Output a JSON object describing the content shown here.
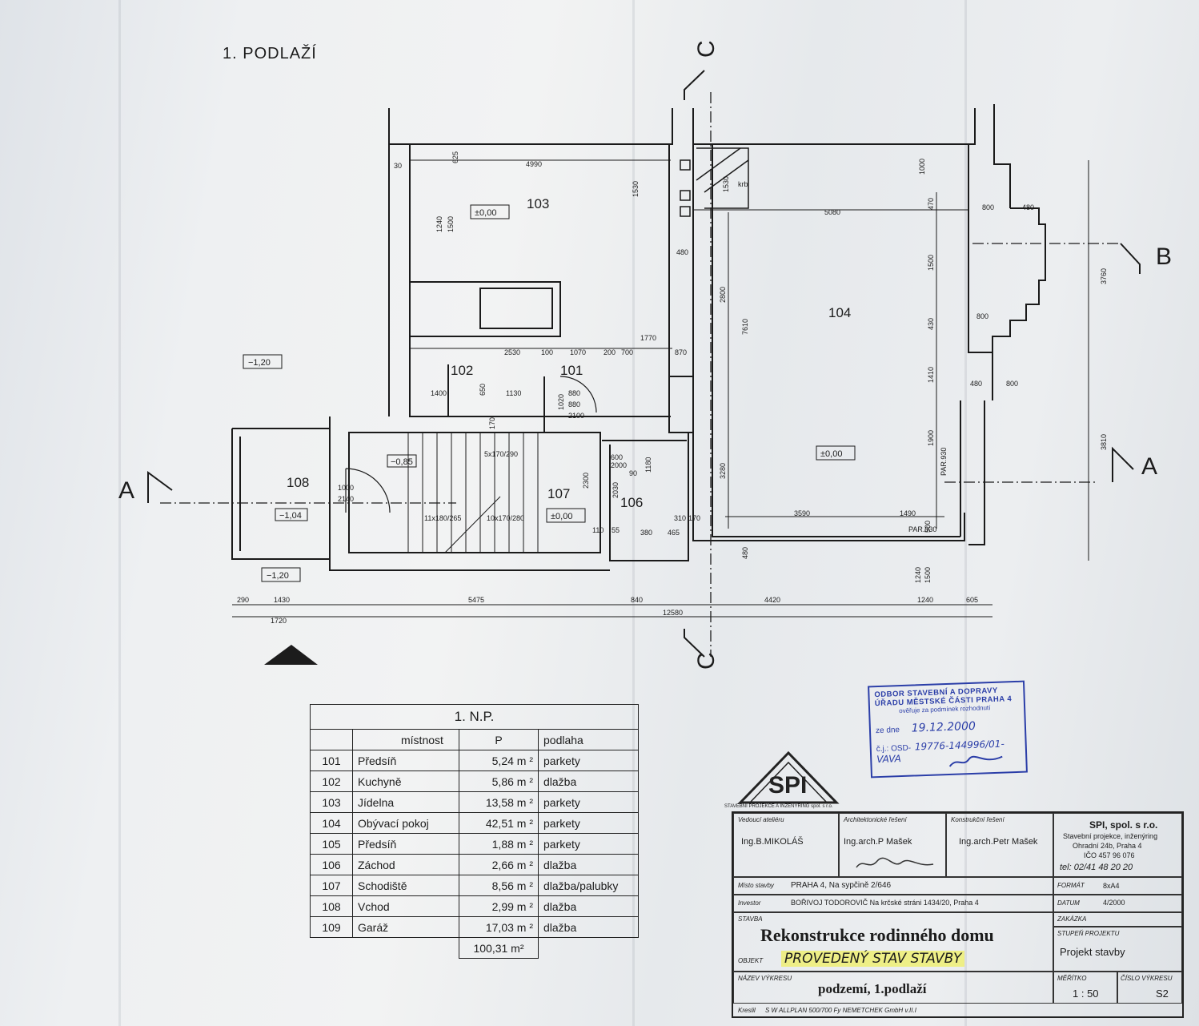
{
  "sheet": {
    "title": "1. PODLAŽÍ"
  },
  "rooms": [
    {
      "id": "101",
      "label": "101"
    },
    {
      "id": "102",
      "label": "102"
    },
    {
      "id": "103",
      "label": "103"
    },
    {
      "id": "104",
      "label": "104"
    },
    {
      "id": "106",
      "label": "106"
    },
    {
      "id": "107",
      "label": "107"
    },
    {
      "id": "108",
      "label": "108"
    }
  ],
  "levels": {
    "l103": "±0,00",
    "l104": "±0,00",
    "l107": "±0,00",
    "m120a": "−1,20",
    "m120b": "−1,20",
    "m104": "−1,04",
    "m085": "−0,85"
  },
  "notes": {
    "krb": "krb",
    "par930a": "PAR.930",
    "par930b": "PAR.930",
    "stair1": "5x170/290",
    "stair2": "11x180/265",
    "stair3": "10x170/280",
    "d1000": "1000",
    "d2140": "2140"
  },
  "dims": {
    "d4990": "4990",
    "d625": "625",
    "d1530a": "1530",
    "d1240": "1240",
    "d1500a": "1500",
    "d5080": "5080",
    "d1000b": "1000",
    "d1530b": "1530",
    "d470": "470",
    "d800a": "800",
    "d480a": "480",
    "d480b": "480",
    "d2800": "2800",
    "d7610": "7610",
    "d1500b": "1500",
    "d430": "430",
    "d3760": "3760",
    "d800b": "800",
    "d1410": "1410",
    "d480c": "480",
    "d800c": "800",
    "d1900": "1900",
    "d3810": "3810",
    "d2530": "2530",
    "d100": "100",
    "d1070": "1070",
    "d200": "200",
    "d700": "700",
    "d1770": "1770",
    "d870": "870",
    "d1400": "1400",
    "d1130": "1130",
    "d650": "650",
    "d1020": "1020",
    "d880a": "880",
    "d880b": "880",
    "d2100": "2100",
    "d170": "170",
    "d600": "600",
    "d2000": "2000",
    "d1180": "1180",
    "d2030": "2030",
    "d2300": "2300",
    "d3280": "3280",
    "d110": "110",
    "d55": "55",
    "d380": "380",
    "d465": "465",
    "d310": "310",
    "d170b": "170",
    "d3590": "3590",
    "d1490": "1490",
    "d500": "500",
    "d480d": "480",
    "d1500c": "1500",
    "d1240b": "1240",
    "d290": "290",
    "d1430": "1430",
    "d5475": "5475",
    "d840": "840",
    "d4420": "4420",
    "d605": "605",
    "d1720": "1720",
    "d12580": "12580",
    "d30": "30",
    "d90": "90",
    "d1000c": "1000"
  },
  "sections": {
    "a_left": "A",
    "a_right": "A",
    "b": "B",
    "c_top": "C",
    "c_bottom": "C"
  },
  "schedule": {
    "caption": "1. N.P.",
    "headers": {
      "room": "místnost",
      "area": "P",
      "floor": "podlaha"
    },
    "rows": [
      {
        "num": "101",
        "name": "Předsíň",
        "area": "5,24 m ²",
        "floor": "parkety"
      },
      {
        "num": "102",
        "name": "Kuchyně",
        "area": "5,86 m ²",
        "floor": "dlažba"
      },
      {
        "num": "103",
        "name": "Jídelna",
        "area": "13,58 m ²",
        "floor": "parkety"
      },
      {
        "num": "104",
        "name": "Obývací pokoj",
        "area": "42,51 m ²",
        "floor": "parkety"
      },
      {
        "num": "105",
        "name": "Předsíň",
        "area": "1,88 m ²",
        "floor": "parkety"
      },
      {
        "num": "106",
        "name": "Záchod",
        "area": "2,66 m ²",
        "floor": "dlažba"
      },
      {
        "num": "107",
        "name": "Schodiště",
        "area": "8,56 m ²",
        "floor": "dlažba/palubky"
      },
      {
        "num": "108",
        "name": "Vchod",
        "area": "2,99 m ²",
        "floor": "dlažba"
      },
      {
        "num": "109",
        "name": "Garáž",
        "area": "17,03 m ²",
        "floor": "dlažba"
      }
    ],
    "total": "100,31 m²"
  },
  "stamp": {
    "line1": "ODBOR STAVEBNÍ A DOPRAVY",
    "line2": "ÚŘADU MĚSTSKÉ ČÁSTI PRAHA 4",
    "line3": "ověřuje za podmínek rozhodnutí",
    "date_label": "ze dne",
    "date": "19.12.2000",
    "ref_label": "č.j.: OSD-",
    "ref": "19776-144996/01-VAVA",
    "color": "#2b3ea8"
  },
  "logo": {
    "text": "SPI",
    "caption": "STAVEBNÍ PROJEKCE A INŽENÝRING spol. s r.o."
  },
  "titleblock": {
    "lead_label": "Vedoucí ateliéru",
    "lead": "Ing.B.MIKOLÁŠ",
    "arch_label": "Architektonické řešení",
    "arch": "Ing.arch.P Mašek",
    "constr_label": "Konstrukční řešení",
    "constr": "Ing.arch.Petr Mašek",
    "company": "SPI, spol. s r.o.",
    "company_desc": "Stavební projekce, inženýring",
    "company_addr": "Ohradní 24b, Praha 4",
    "company_ico": "IČO 457 96 076",
    "company_tel": "tel: 02/41 48 20 20",
    "site_label": "Místo stavby",
    "site": "PRAHA 4, Na sypčině 2/646",
    "format_label": "FORMÁT",
    "format": "8xA4",
    "investor_label": "Investor",
    "investor": "BOŘIVOJ TODOROVIČ Na krčské stráni 1434/20, Praha 4",
    "date_label": "DATUM",
    "date": "4/2000",
    "order_label": "ZAKÁZKA",
    "stavba_label": "STAVBA",
    "stavba": "Rekonstrukce rodinného domu",
    "stage_label": "STUPEŇ PROJEKTU",
    "stage": "Projekt stavby",
    "object_label": "OBJEKT",
    "object": "PROVEDENÝ STAV STAVBY",
    "drawing_label": "NÁZEV VÝKRESU",
    "drawing": "podzemí, 1.podlaží",
    "scale_label": "MĚŘÍTKO",
    "scale": "1 : 50",
    "number_label": "ČÍSLO VÝKRESU",
    "number": "S2",
    "drawn_label": "Kreslil",
    "drawn": "S W  ALLPLAN  500/700  Fy NEMETCHEK GmbH  v.II.I"
  }
}
